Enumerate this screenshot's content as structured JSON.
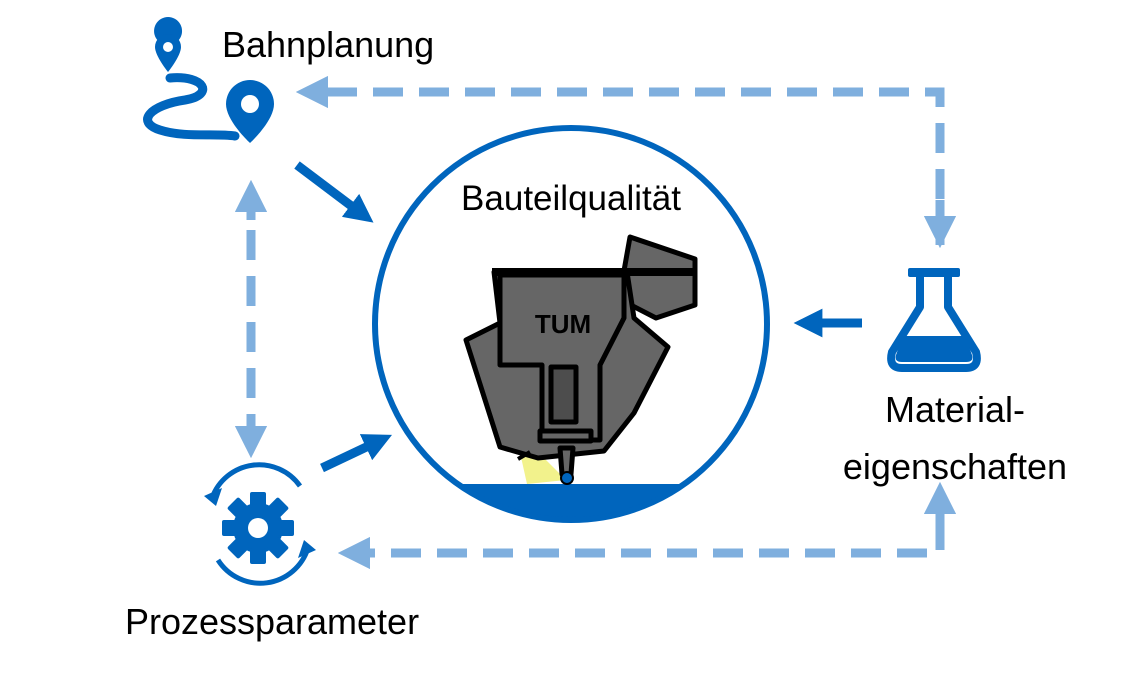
{
  "labels": {
    "center": "Bauteilqualität",
    "path_planning": "Bahnplanung",
    "material_line1": "Material-",
    "material_line2": "eigenschaften",
    "process": "Prozessparameter",
    "logo": "TUM"
  },
  "colors": {
    "primary": "#0065BD",
    "dashed": "#7FAFDE",
    "printhead": "#666666",
    "printhead_dark": "#4D4D4D",
    "outline": "#000000",
    "glow": "#F2F28C"
  },
  "icons": {
    "path_planning": "route-pin-icon",
    "material": "flask-icon",
    "process": "gear-cycle-icon",
    "center": "print-head-icon"
  }
}
